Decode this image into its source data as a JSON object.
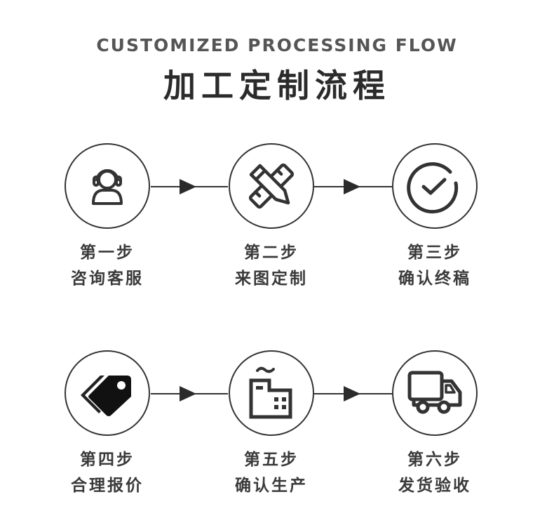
{
  "header": {
    "subtitle": "CUSTOMIZED PROCESSING FLOW",
    "title": "加工定制流程"
  },
  "steps": [
    {
      "number": "第一步",
      "name": "咨询客服",
      "icon": "customer-service-headset-icon"
    },
    {
      "number": "第二步",
      "name": "来图定制",
      "icon": "pencil-ruler-icon"
    },
    {
      "number": "第三步",
      "name": "确认终稿",
      "icon": "check-circle-icon"
    },
    {
      "number": "第四步",
      "name": "合理报价",
      "icon": "price-tag-icon"
    },
    {
      "number": "第五步",
      "name": "确认生产",
      "icon": "factory-icon"
    },
    {
      "number": "第六步",
      "name": "发货验收",
      "icon": "delivery-truck-icon"
    }
  ],
  "colors": {
    "stroke": "#333333",
    "title": "#2b2b2b",
    "subtitle": "#555555",
    "label": "#3a3a3a"
  }
}
